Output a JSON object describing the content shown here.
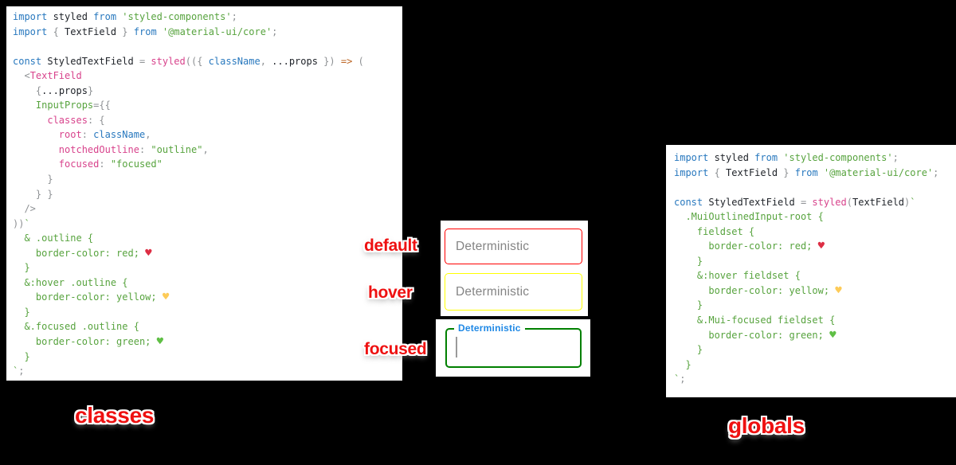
{
  "colors": {
    "background": "#000000",
    "panel_bg": "#ffffff",
    "annotation_red": "#ee1111",
    "border_default": "#ff0000",
    "border_hover": "#ffff00",
    "border_focused": "#008000",
    "focused_label_blue": "#1e88e5",
    "idle_label_gray": "#848484",
    "syntax_keyword_blue": "#2878be",
    "syntax_string_green": "#57a33e",
    "syntax_pink": "#d8438c",
    "syntax_gray": "#8e9194",
    "syntax_arrow_orange": "#bc6523",
    "heart_red": "#dd2e44",
    "heart_yellow": "#fdcb58",
    "heart_green": "#5fbf45"
  },
  "token_legend": {
    "k": "keyword",
    "n": "identifier",
    "s": "string",
    "g": "punctuation",
    "p": "pink-identifier",
    "b": "blue-identifier",
    "o": "arrow-operator",
    "c": "css-template-text",
    "hr": "red-heart-icon",
    "hy": "yellow-heart-icon",
    "hg": "green-heart-icon"
  },
  "left_code_panel": {
    "lines": [
      [
        [
          "k",
          "import"
        ],
        [
          "n",
          " styled "
        ],
        [
          "k",
          "from"
        ],
        [
          "s",
          " 'styled-components'"
        ],
        [
          "g",
          ";"
        ]
      ],
      [
        [
          "k",
          "import"
        ],
        [
          "g",
          " { "
        ],
        [
          "n",
          "TextField"
        ],
        [
          "g",
          " } "
        ],
        [
          "k",
          "from"
        ],
        [
          "s",
          " '@material-ui/core'"
        ],
        [
          "g",
          ";"
        ]
      ],
      [],
      [
        [
          "k",
          "const"
        ],
        [
          "n",
          " StyledTextField "
        ],
        [
          "g",
          "= "
        ],
        [
          "p",
          "styled"
        ],
        [
          "g",
          "(({ "
        ],
        [
          "b",
          "className"
        ],
        [
          "g",
          ", "
        ],
        [
          "n",
          "...props"
        ],
        [
          "g",
          " }) "
        ],
        [
          "o",
          "=>"
        ],
        [
          "g",
          " ("
        ]
      ],
      [
        [
          "g",
          "  <"
        ],
        [
          "p",
          "TextField"
        ]
      ],
      [
        [
          "n",
          "    "
        ],
        [
          "g",
          "{"
        ],
        [
          "n",
          "...props"
        ],
        [
          "g",
          "}"
        ]
      ],
      [
        [
          "n",
          "    "
        ],
        [
          "c",
          "InputProps"
        ],
        [
          "g",
          "={{"
        ]
      ],
      [
        [
          "n",
          "      "
        ],
        [
          "p",
          "classes"
        ],
        [
          "g",
          ": {"
        ]
      ],
      [
        [
          "n",
          "        "
        ],
        [
          "p",
          "root"
        ],
        [
          "g",
          ": "
        ],
        [
          "b",
          "className"
        ],
        [
          "g",
          ","
        ]
      ],
      [
        [
          "n",
          "        "
        ],
        [
          "p",
          "notchedOutline"
        ],
        [
          "g",
          ": "
        ],
        [
          "s",
          "\"outline\""
        ],
        [
          "g",
          ","
        ]
      ],
      [
        [
          "n",
          "        "
        ],
        [
          "p",
          "focused"
        ],
        [
          "g",
          ": "
        ],
        [
          "s",
          "\"focused\""
        ]
      ],
      [
        [
          "g",
          "      }"
        ]
      ],
      [
        [
          "g",
          "    } }"
        ]
      ],
      [
        [
          "g",
          "  />"
        ]
      ],
      [
        [
          "g",
          "))"
        ],
        [
          "c",
          "`"
        ]
      ],
      [
        [
          "c",
          "  & .outline {"
        ]
      ],
      [
        [
          "c",
          "    border-color: red; "
        ],
        [
          "hr",
          "♥"
        ]
      ],
      [
        [
          "c",
          "  }"
        ]
      ],
      [
        [
          "c",
          "  &:hover .outline {"
        ]
      ],
      [
        [
          "c",
          "    border-color: yellow; "
        ],
        [
          "hy",
          "♥"
        ]
      ],
      [
        [
          "c",
          "  }"
        ]
      ],
      [
        [
          "c",
          "  &.focused .outline {"
        ]
      ],
      [
        [
          "c",
          "    border-color: green; "
        ],
        [
          "hg",
          "♥"
        ]
      ],
      [
        [
          "c",
          "  }"
        ]
      ],
      [
        [
          "c",
          "`"
        ],
        [
          "g",
          ";"
        ]
      ]
    ]
  },
  "right_code_panel": {
    "lines": [
      [
        [
          "k",
          "import"
        ],
        [
          "n",
          " styled "
        ],
        [
          "k",
          "from"
        ],
        [
          "s",
          " 'styled-components'"
        ],
        [
          "g",
          ";"
        ]
      ],
      [
        [
          "k",
          "import"
        ],
        [
          "g",
          " { "
        ],
        [
          "n",
          "TextField"
        ],
        [
          "g",
          " } "
        ],
        [
          "k",
          "from"
        ],
        [
          "s",
          " '@material-ui/core'"
        ],
        [
          "g",
          ";"
        ]
      ],
      [],
      [
        [
          "k",
          "const"
        ],
        [
          "n",
          " StyledTextField "
        ],
        [
          "g",
          "= "
        ],
        [
          "p",
          "styled"
        ],
        [
          "g",
          "("
        ],
        [
          "n",
          "TextField"
        ],
        [
          "g",
          ")"
        ],
        [
          "c",
          "`"
        ]
      ],
      [
        [
          "c",
          "  .MuiOutlinedInput-root {"
        ]
      ],
      [
        [
          "c",
          "    fieldset {"
        ]
      ],
      [
        [
          "c",
          "      border-color: red; "
        ],
        [
          "hr",
          "♥"
        ]
      ],
      [
        [
          "c",
          "    }"
        ]
      ],
      [
        [
          "c",
          "    &:hover fieldset {"
        ]
      ],
      [
        [
          "c",
          "      border-color: yellow; "
        ],
        [
          "hy",
          "♥"
        ]
      ],
      [
        [
          "c",
          "    }"
        ]
      ],
      [
        [
          "c",
          "    &.Mui-focused fieldset {"
        ]
      ],
      [
        [
          "c",
          "      border-color: green; "
        ],
        [
          "hg",
          "♥"
        ]
      ],
      [
        [
          "c",
          "    }"
        ]
      ],
      [
        [
          "c",
          "  }"
        ]
      ],
      [
        [
          "c",
          "`"
        ],
        [
          "g",
          ";"
        ]
      ]
    ]
  },
  "textfields": {
    "default": {
      "label": "Deterministic",
      "border_color": "red",
      "state": "default"
    },
    "hover": {
      "label": "Deterministic",
      "border_color": "yellow",
      "state": "hover"
    },
    "focused": {
      "label": "Deterministic",
      "border_color": "green",
      "state": "focused",
      "cursor_visible": true
    }
  },
  "annotations": {
    "default_label": "default",
    "hover_label": "hover",
    "focused_label": "focused",
    "left_caption": "classes",
    "right_caption": "globals"
  }
}
